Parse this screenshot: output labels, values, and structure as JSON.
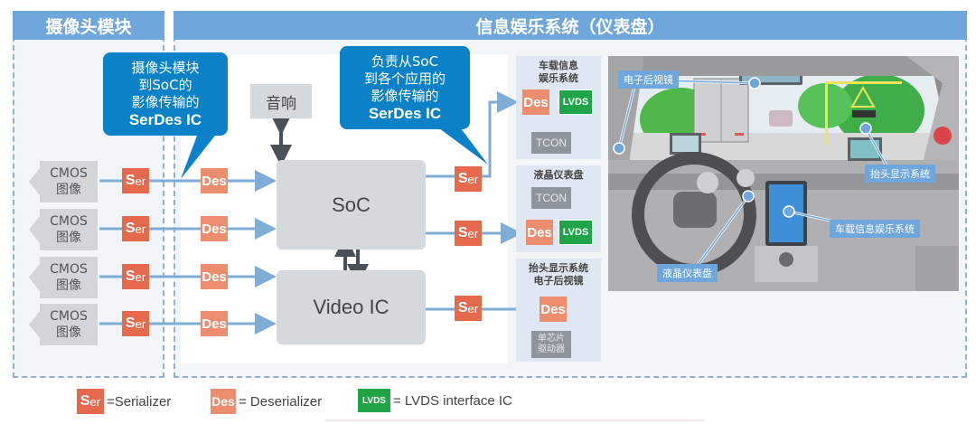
{
  "camera_module": {
    "title": "摄像头模块",
    "sensors": [
      {
        "line1": "CMOS",
        "line2": "图像"
      },
      {
        "line1": "CMOS",
        "line2": "图像"
      },
      {
        "line1": "CMOS",
        "line2": "图像"
      },
      {
        "line1": "CMOS",
        "line2": "图像"
      }
    ]
  },
  "infotainment": {
    "title": "信息娱乐系统（仪表盘）",
    "audio": "音响",
    "soc": "SoC",
    "video_ic": "Video IC"
  },
  "callouts": {
    "camera_to_soc": {
      "line1": "摄像头模块",
      "line2": "到SoC的",
      "line3": "影像传输的",
      "line4": "SerDes IC"
    },
    "soc_to_apps": {
      "line1": "负责从SoC",
      "line2": "到各个应用的",
      "line3": "影像传输的",
      "line4": "SerDes IC"
    }
  },
  "chips": {
    "ser_s": "S",
    "ser_rest": "er",
    "des": "Des",
    "lvds": "LVDS",
    "tcon": "TCON"
  },
  "targets": {
    "ivi": {
      "title_line1": "车载信息",
      "title_line2": "娱乐系统"
    },
    "cluster": {
      "title": "液晶仪表盘"
    },
    "hud": {
      "title_line1": "抬头显示系统",
      "title_line2": "电子后视镜",
      "driver_line1": "单芯片",
      "driver_line2": "驱动器"
    }
  },
  "photo_labels": {
    "mirror": "电子后视镜",
    "hud": "抬头显示系统",
    "ivi": "车载信息娱乐系统",
    "cluster": "液晶仪表盘"
  },
  "legend": {
    "ser_text": "=Serializer",
    "des_text": "= Deserializer",
    "lvds_text": "= LVDS interface IC"
  },
  "colors": {
    "header": "#6fa6dc",
    "serializer": "#e5694d",
    "deserializer": "#ec8d70",
    "lvds": "#1fa447",
    "callout": "#0b82c8",
    "arrow": "#7fadd6"
  }
}
